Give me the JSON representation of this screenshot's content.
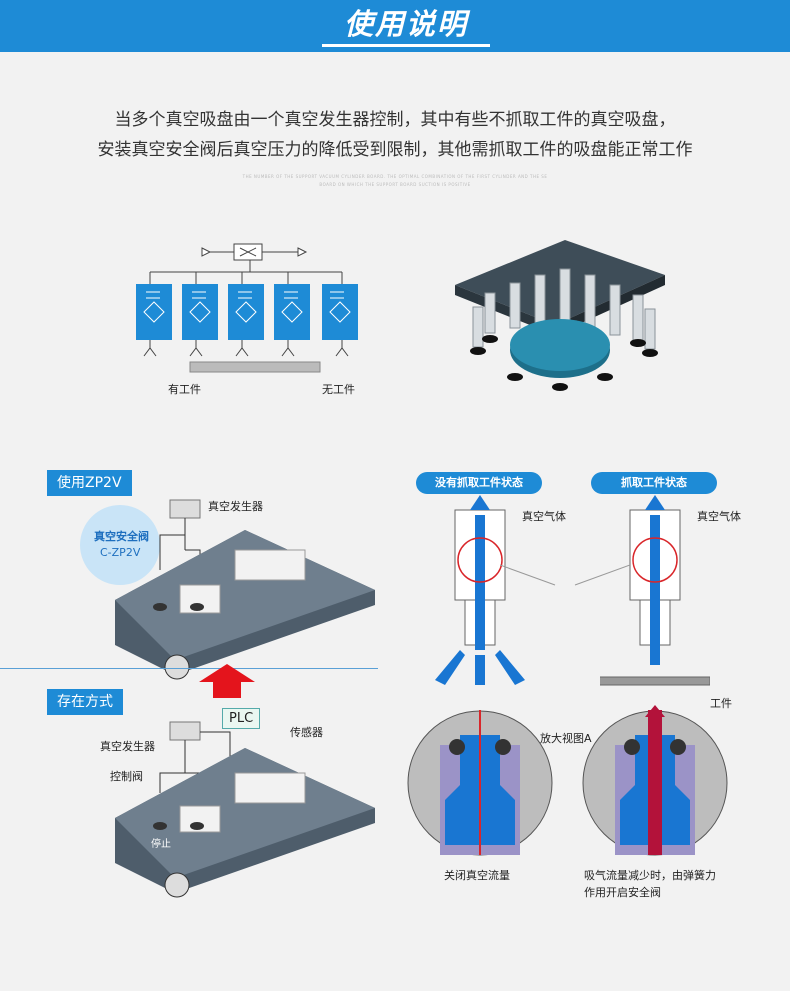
{
  "header": {
    "title": "使用说明"
  },
  "intro": {
    "line1": "当多个真空吸盘由一个真空发生器控制，其中有些不抓取工件的真空吸盘，",
    "line2": "安装真空安全阀后真空压力的降低受到限制，其他需抓取工件的吸盘能正常工作",
    "fine1": "THE NUMBER OF THE SUPPORT VACUUM CYLINDER BOARD. THE OPTIMAL COMBINATION OF THE FIRST CYLINDER AND THE SE",
    "fine2": "BOARD ON WHICH THE SUPPORT BOARD SUCTION IS POSITIVE"
  },
  "circuit": {
    "with_workpiece": "有工件",
    "without_workpiece": "无工件"
  },
  "left_panel": {
    "use_tag": "使用ZP2V",
    "valve_name": "真空安全阀",
    "valve_model": "C-ZP2V",
    "generator_label": "真空发生器",
    "existing_tag": "存在方式",
    "plc_label": "PLC",
    "sensor_label": "传感器",
    "generator_label_2": "真空发生器",
    "control_valve_label": "控制阀",
    "stop_label": "停止"
  },
  "right_panel": {
    "state_no_pick": "没有抓取工件状态",
    "state_pick": "抓取工件状态",
    "vacuum_gas_1": "真空气体",
    "vacuum_gas_2": "真空气体",
    "workpiece_label": "工件",
    "enlarged_view": "放大视图A",
    "caption_left": "关闭真空流量",
    "caption_right_1": "吸气流量减少时，由弹簧力",
    "caption_right_2": "作用开启安全阀"
  },
  "colors": {
    "brand_blue": "#1e8bd6",
    "flow_blue": "#1976d2",
    "arrow_red": "#e4141c",
    "light_blue": "#bfe0f5"
  }
}
